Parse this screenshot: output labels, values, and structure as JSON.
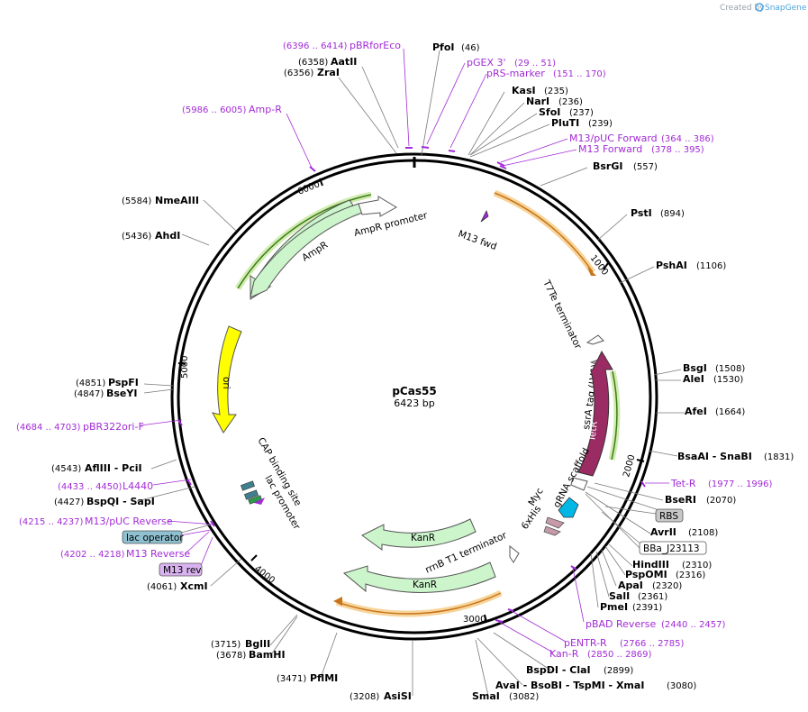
{
  "watermark": {
    "prefix": "Created by",
    "brand": "SnapGene"
  },
  "plasmid": {
    "name": "pCas55",
    "size": "6423 bp"
  },
  "ticks": [
    "1000",
    "2000",
    "3000",
    "4000",
    "5000",
    "6000"
  ],
  "enzymes": [
    {
      "name": "PfoI",
      "pos": "(46)"
    },
    {
      "name": "KasI",
      "pos": "(235)"
    },
    {
      "name": "NarI",
      "pos": "(236)"
    },
    {
      "name": "SfoI",
      "pos": "(237)"
    },
    {
      "name": "PluTI",
      "pos": "(239)"
    },
    {
      "name": "BsrGI",
      "pos": "(557)"
    },
    {
      "name": "PstI",
      "pos": "(894)"
    },
    {
      "name": "PshAI",
      "pos": "(1106)"
    },
    {
      "name": "BsgI",
      "pos": "(1508)"
    },
    {
      "name": "AleI",
      "pos": "(1530)"
    },
    {
      "name": "AfeI",
      "pos": "(1664)"
    },
    {
      "name": "BsaAI - SnaBI",
      "pos": "(1831)"
    },
    {
      "name": "BseRI",
      "pos": "(2070)"
    },
    {
      "name": "AvrII",
      "pos": "(2108)"
    },
    {
      "name": "HindIII",
      "pos": "(2310)"
    },
    {
      "name": "PspOMI",
      "pos": "(2316)"
    },
    {
      "name": "ApaI",
      "pos": "(2320)"
    },
    {
      "name": "SalI",
      "pos": "(2361)"
    },
    {
      "name": "PmeI",
      "pos": "(2391)"
    },
    {
      "name": "BspDI - ClaI",
      "pos": "(2899)"
    },
    {
      "name": "AvaI - BsoBI - TspMI - XmaI",
      "pos": "(3080)"
    },
    {
      "name": "SmaI",
      "pos": "(3082)"
    },
    {
      "name": "AsiSI",
      "pos": "(3208)"
    },
    {
      "name": "PflMI",
      "pos": "(3471)"
    },
    {
      "name": "BglII",
      "pos": "(3715)"
    },
    {
      "name": "BamHI",
      "pos": "(3678)"
    },
    {
      "name": "XcmI",
      "pos": "(4061)"
    },
    {
      "name": "BspQI - SapI",
      "pos": "(4427)"
    },
    {
      "name": "AflIII - PciI",
      "pos": "(4543)"
    },
    {
      "name": "PspFI",
      "pos": "(4851)"
    },
    {
      "name": "BseYI",
      "pos": "(4847)"
    },
    {
      "name": "AhdI",
      "pos": "(5436)"
    },
    {
      "name": "NmeAIII",
      "pos": "(5584)"
    },
    {
      "name": "ZraI",
      "pos": "(6356)"
    },
    {
      "name": "AatII",
      "pos": "(6358)"
    }
  ],
  "primers": [
    {
      "name": "pBRforEco",
      "pos": "(6396 .. 6414)"
    },
    {
      "name": "pGEX 3'",
      "pos": "(29 .. 51)"
    },
    {
      "name": "pRS-marker",
      "pos": "(151 .. 170)"
    },
    {
      "name": "M13/pUC Forward",
      "pos": "(364 .. 386)"
    },
    {
      "name": "M13 Forward",
      "pos": "(378 .. 395)"
    },
    {
      "name": "Amp-R",
      "pos": "(5986 .. 6005)"
    },
    {
      "name": "Tet-R",
      "pos": "(1977 .. 1996)"
    },
    {
      "name": "pBAD Reverse",
      "pos": "(2440 .. 2457)"
    },
    {
      "name": "pENTR-R",
      "pos": "(2766 .. 2785)"
    },
    {
      "name": "Kan-R",
      "pos": "(2850 .. 2869)"
    },
    {
      "name": "pBR322ori-F",
      "pos": "(4684 .. 4703)"
    },
    {
      "name": "L4440",
      "pos": "(4433 .. 4450)"
    },
    {
      "name": "M13/pUC Reverse",
      "pos": "(4215 .. 4237)"
    },
    {
      "name": "M13 Reverse",
      "pos": "(4202 .. 4218)"
    }
  ],
  "features": {
    "m13fwd": "M13 fwd",
    "t7te": "T7Te terminator",
    "ssra": "ssrA tag (LVA)",
    "tetr": "TetR",
    "grna": "gRNA scaffold",
    "myc": "Myc",
    "his": "6xHis",
    "rrnb": "rrnB T1 terminator",
    "kanr1": "KanR",
    "kanr2": "KanR",
    "ampr": "AmpR",
    "ampr_prom": "AmpR promoter",
    "ori": "ori",
    "cap": "CAP binding site",
    "lacprom": "lac promoter"
  },
  "boxes": {
    "rbs": "RBS",
    "bba": "BBa_J23113",
    "lacop": "lac operator",
    "m13rev": "M13 rev"
  },
  "colors": {
    "primer": "#a22bd6",
    "ori": "#ffff00",
    "resistance": "#ccf5cc",
    "tetr": "#9b2b63",
    "promoter": "#ffffff",
    "orange_bar": "#f2a33a",
    "lac_operator": "#8ec0d0",
    "m13rev_box": "#d9b3f0",
    "rbs_box": "#c8c8c8"
  }
}
